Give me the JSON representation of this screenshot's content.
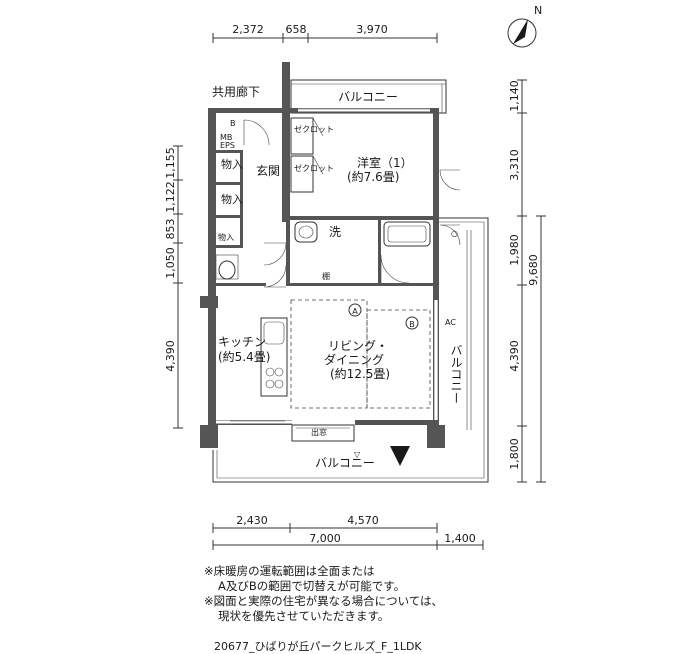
{
  "plan": {
    "rooms": {
      "corridor": "共用廊下",
      "balcony_top": "バルコニー",
      "balcony_bottom": "バルコニー",
      "balcony_right": "バルコニー",
      "bedroom_name": "洋室（1）",
      "bedroom_size": "(約7.6畳)",
      "entrance": "玄関",
      "storage_1": "物入",
      "storage_2": "物入",
      "storage_3": "物入",
      "closet_1": "ゼクロット",
      "closet_2": "ゼクロット",
      "wash": "洗",
      "shelf": "棚",
      "kitchen_name": "キッチン",
      "kitchen_size": "(約5.4畳)",
      "living_name_1": "リビング・",
      "living_name_2": "ダイニング",
      "living_size": "(約12.5畳)",
      "bay_window": "出窓",
      "mb": "MB",
      "eps": "EPS",
      "b": "B",
      "ac": "AC"
    },
    "zones": {
      "a": "A",
      "b": "B"
    },
    "compass": "N",
    "dims_top": [
      "2,372",
      "658",
      "3,970"
    ],
    "dims_bottom_row1": [
      "2,430",
      "4,570"
    ],
    "dims_bottom_row2": [
      "7,000",
      "1,400"
    ],
    "dims_left": [
      "1,155",
      "1,122",
      "853",
      "1,050",
      "4,390"
    ],
    "dims_right_inner": [
      "1,140",
      "3,310",
      "1,980",
      "4,390",
      "1,800"
    ],
    "dims_right_total": "9,680"
  },
  "notes": {
    "line1": "※床暖房の運転範囲は全面または",
    "line2_a": "A",
    "line2_mid": "及び",
    "line2_b": "B",
    "line2_end": "の範囲で切替えが可能です。",
    "line3": "※図面と実際の住宅が異なる場合については、",
    "line4": "現状を優先させていただきます。"
  },
  "footer": "20677_ひばりが丘パークヒルズ_F_1LDK"
}
